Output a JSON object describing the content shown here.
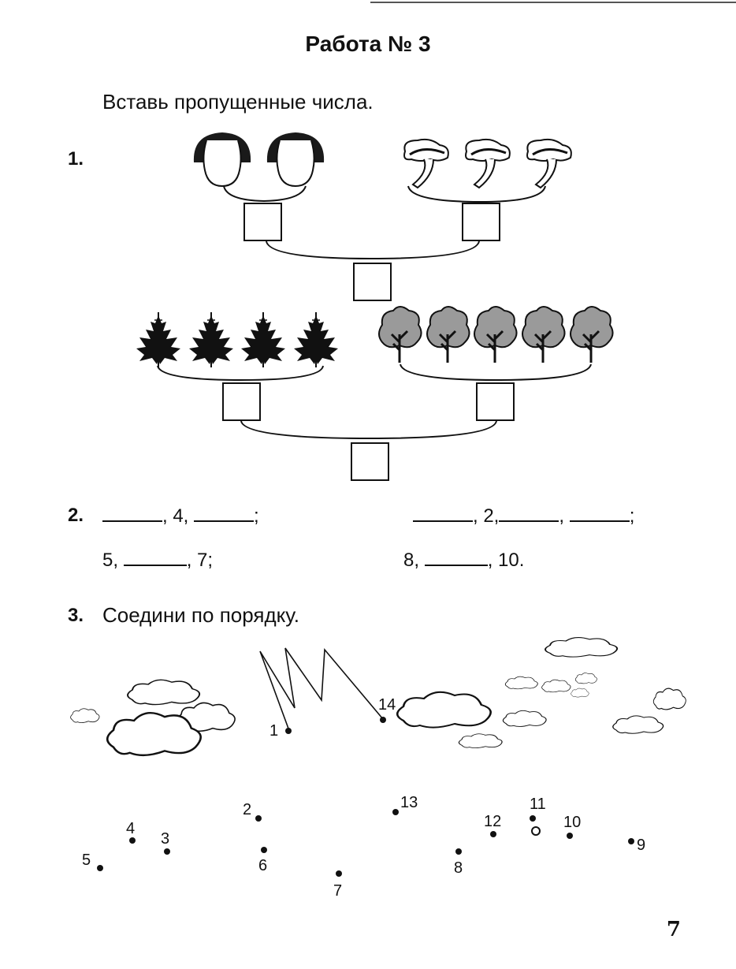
{
  "title": "Работа № 3",
  "instruction": "Вставь пропущенные числа.",
  "task1": {
    "number": "1."
  },
  "task2": {
    "number": "2.",
    "row1_left": [
      ", 4, ",
      ";"
    ],
    "row1_right": [
      ", 2,",
      ", ",
      ";"
    ],
    "row2_left": [
      "5, ",
      ", 7;"
    ],
    "row2_right": [
      "8, ",
      ", 10."
    ]
  },
  "task3": {
    "number": "3.",
    "text": "Соедини по порядку.",
    "dots": [
      "1",
      "2",
      "3",
      "4",
      "5",
      "6",
      "7",
      "8",
      "9",
      "10",
      "11",
      "12",
      "13",
      "14"
    ]
  },
  "page_number": "7"
}
